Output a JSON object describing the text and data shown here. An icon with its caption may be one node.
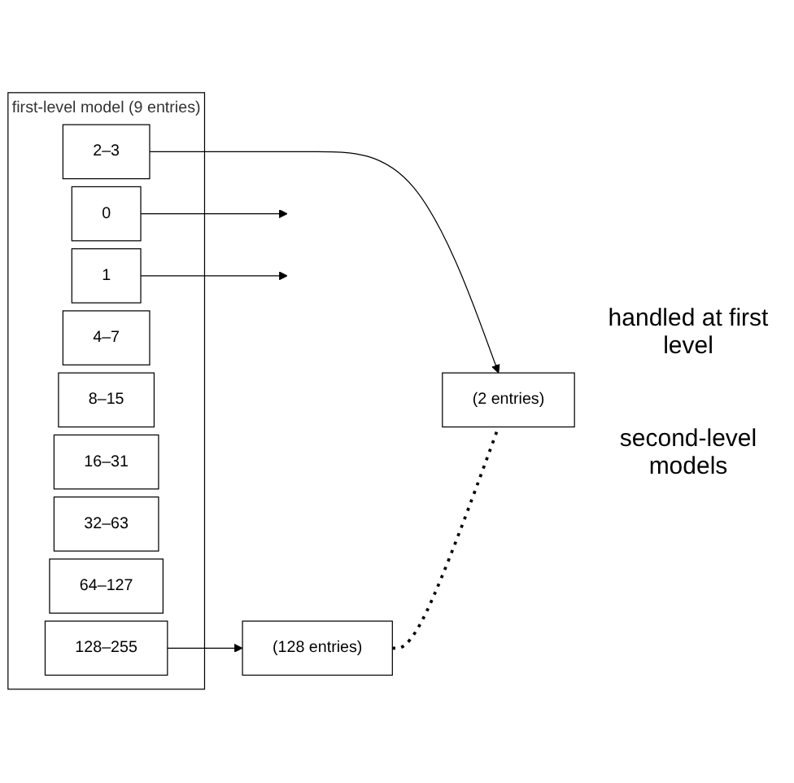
{
  "diagram": {
    "nodes": [
      {
        "text": [
          "first-level model (9 entries)"
        ]
      },
      {
        "text": [
          "0"
        ],
        "in": 0
      },
      {
        "text": [
          "1"
        ],
        "in": 0
      },
      {
        "text": [
          "2–3"
        ],
        "in": 0
      },
      {
        "text": [
          "4–7"
        ],
        "in": 0
      },
      {
        "text": [
          "8–15"
        ],
        "in": 0
      },
      {
        "text": [
          "16–31"
        ],
        "in": 0
      },
      {
        "text": [
          "32–63"
        ],
        "in": 0
      },
      {
        "text": [
          "64–127"
        ],
        "in": 0
      },
      {
        "text": [
          "128–255"
        ],
        "in": 0
      },
      {
        "text": [
          "(2 entries)"
        ]
      },
      {
        "text": [
          "(128 entries)"
        ]
      }
    ],
    "edges": [
      {
        "from": 1,
        "to": null,
        "arrow": "to"
      },
      {
        "from": 2,
        "to": null,
        "arrow": "to"
      },
      {
        "from": 3,
        "to": 10,
        "arrow": "to"
      },
      {
        "from": 9,
        "to": 11,
        "arrow": "to"
      },
      {
        "from": 10,
        "to": 11,
        "arrow": "none",
        "style": "dashed"
      }
    ],
    "labels": [
      "handled at first level",
      "second-level models"
    ]
  }
}
